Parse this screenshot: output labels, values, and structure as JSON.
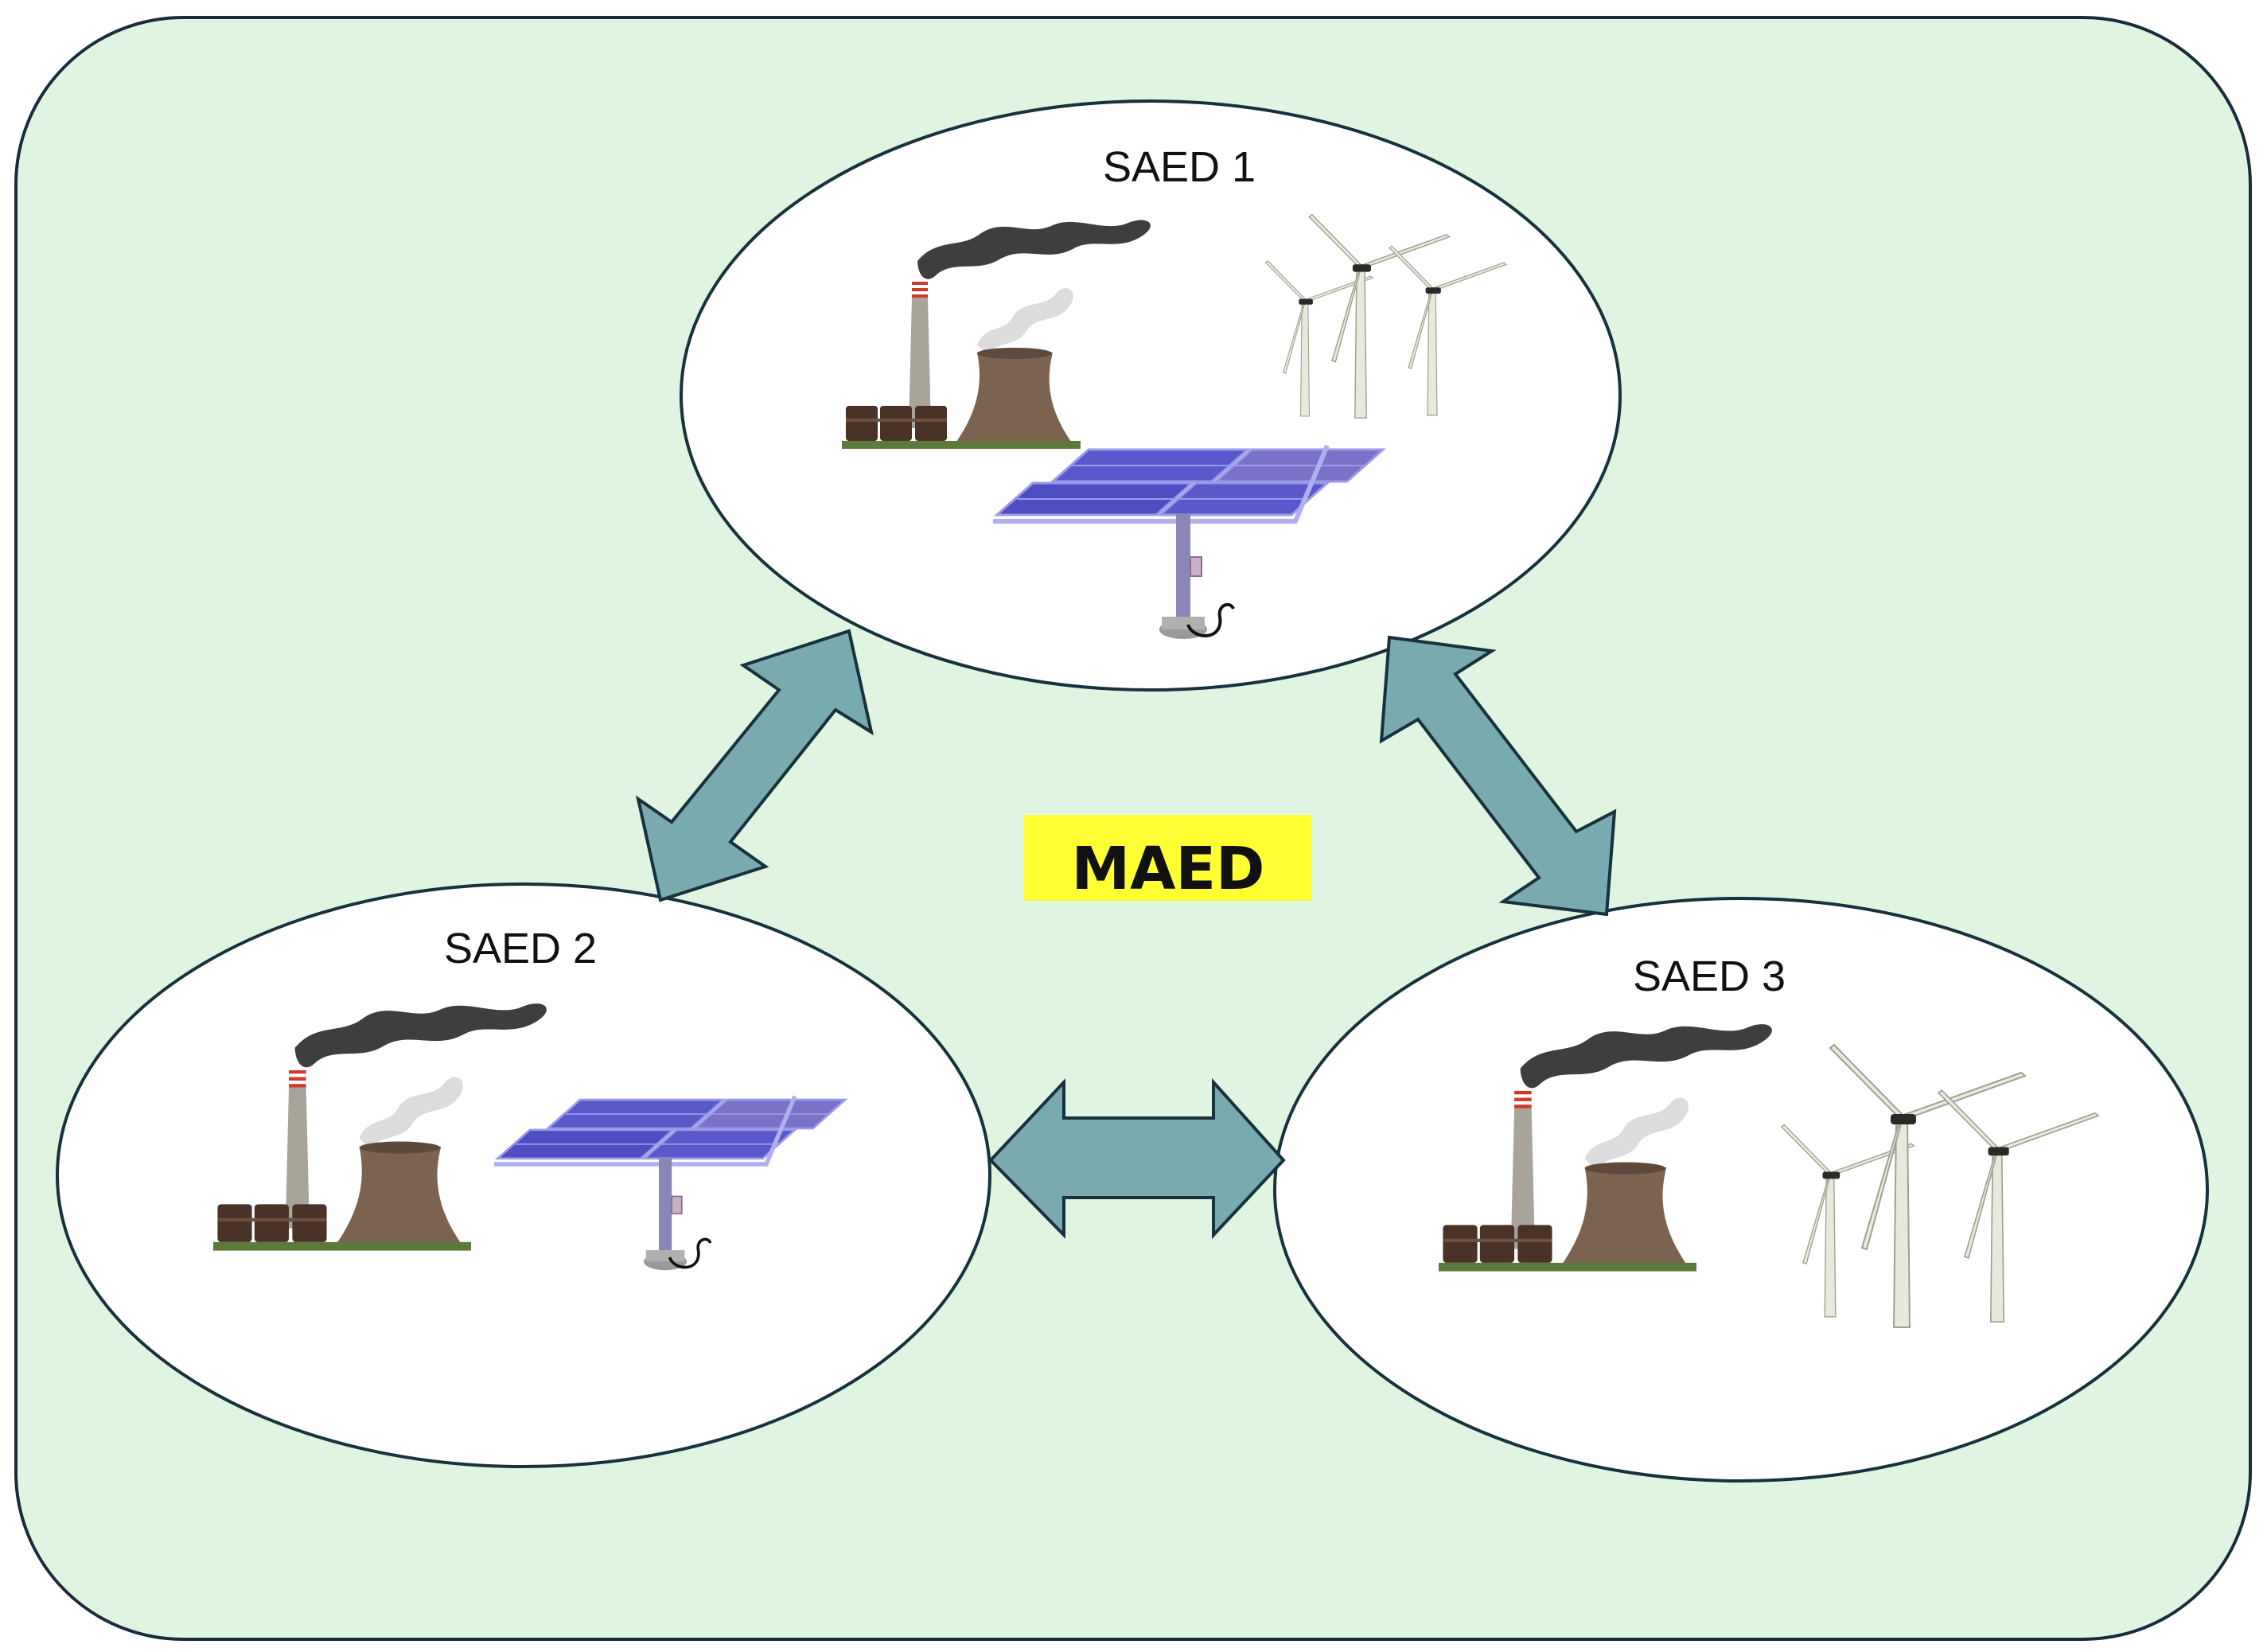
{
  "diagram": {
    "title": "MAED",
    "colors": {
      "background": "#dff5e2",
      "frame_stroke": "#1a2b3c",
      "ellipse_fill": "#ffffff",
      "arrow_fill": "#78aab0",
      "arrow_stroke": "#17323c",
      "title_highlight": "#ffff33"
    },
    "nodes": [
      {
        "id": "saed1",
        "label": "SAED 1",
        "icons": [
          "power-plant-icon",
          "wind-turbine-icon",
          "solar-panel-icon"
        ]
      },
      {
        "id": "saed2",
        "label": "SAED 2",
        "icons": [
          "power-plant-icon",
          "solar-panel-icon"
        ]
      },
      {
        "id": "saed3",
        "label": "SAED 3",
        "icons": [
          "power-plant-icon",
          "wind-turbine-icon"
        ]
      }
    ],
    "links": [
      {
        "from": "saed1",
        "to": "saed2",
        "type": "bidirectional"
      },
      {
        "from": "saed1",
        "to": "saed3",
        "type": "bidirectional"
      },
      {
        "from": "saed2",
        "to": "saed3",
        "type": "bidirectional"
      }
    ]
  }
}
